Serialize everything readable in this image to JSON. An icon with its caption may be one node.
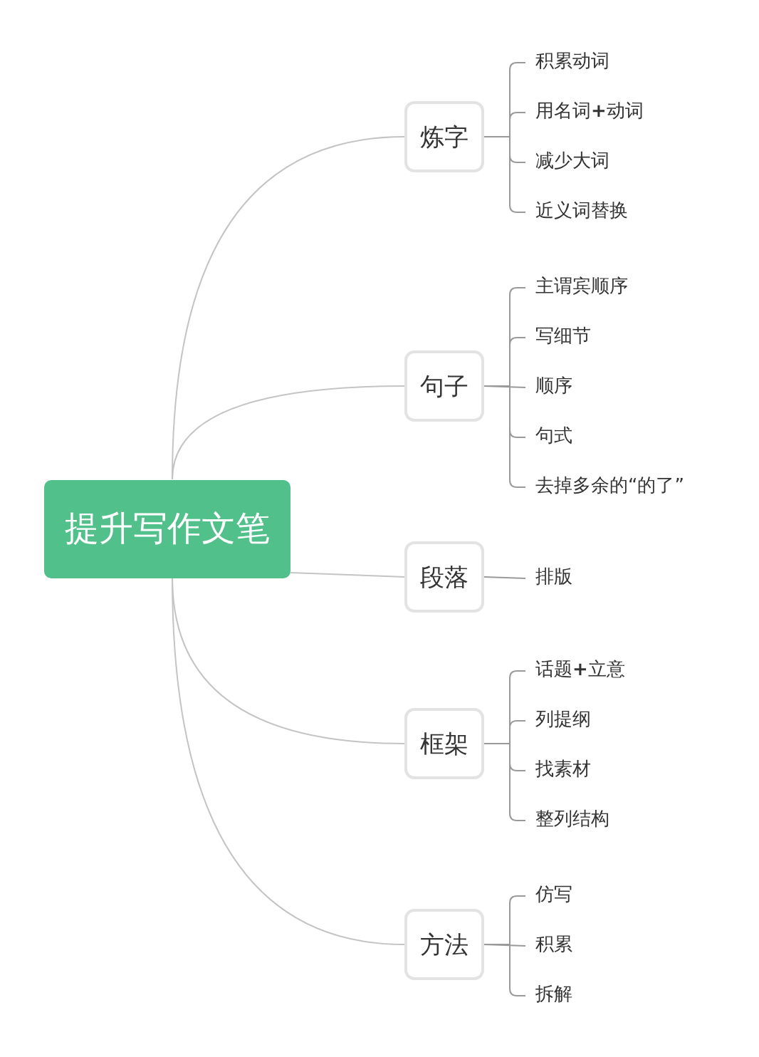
{
  "diagram": {
    "nodes": [
      {
        "text": [
          "提升写作文笔"
        ]
      },
      {
        "text": [
          "炼字"
        ]
      },
      {
        "text": [
          "积累动词"
        ]
      },
      {
        "text": [
          "用名词**+**动词"
        ]
      },
      {
        "text": [
          "减少大词"
        ]
      },
      {
        "text": [
          "近义词替换"
        ]
      },
      {
        "text": [
          "句子"
        ]
      },
      {
        "text": [
          "主谓宾顺序"
        ]
      },
      {
        "text": [
          "写细节"
        ]
      },
      {
        "text": [
          "顺序"
        ]
      },
      {
        "text": [
          "句式"
        ]
      },
      {
        "text": [
          "去掉多余的“的了”"
        ]
      },
      {
        "text": [
          "段落"
        ]
      },
      {
        "text": [
          "排版"
        ]
      },
      {
        "text": [
          "框架"
        ]
      },
      {
        "text": [
          "话题**+**立意"
        ]
      },
      {
        "text": [
          "列提纲"
        ]
      },
      {
        "text": [
          "找素材"
        ]
      },
      {
        "text": [
          "整列结构"
        ]
      },
      {
        "text": [
          "方法"
        ]
      },
      {
        "text": [
          "仿写"
        ]
      },
      {
        "text": [
          "积累"
        ]
      },
      {
        "text": [
          "拆解"
        ]
      }
    ],
    "edges": [
      {
        "from": 0,
        "to": 1,
        "arrow": "none",
        "color": "#c4c4c4"
      },
      {
        "from": 0,
        "to": 6,
        "arrow": "none",
        "color": "#c4c4c4"
      },
      {
        "from": 0,
        "to": 12,
        "arrow": "none",
        "color": "#c4c4c4"
      },
      {
        "from": 0,
        "to": 14,
        "arrow": "none",
        "color": "#c4c4c4"
      },
      {
        "from": 0,
        "to": 19,
        "arrow": "none",
        "color": "#c4c4c4"
      },
      {
        "from": 1,
        "to": 2,
        "arrow": "none"
      },
      {
        "from": 1,
        "to": 3,
        "arrow": "none"
      },
      {
        "from": 1,
        "to": 4,
        "arrow": "none"
      },
      {
        "from": 1,
        "to": 5,
        "arrow": "none"
      },
      {
        "from": 6,
        "to": 7,
        "arrow": "none"
      },
      {
        "from": 6,
        "to": 8,
        "arrow": "none"
      },
      {
        "from": 6,
        "to": 9,
        "arrow": "none"
      },
      {
        "from": 6,
        "to": 10,
        "arrow": "none"
      },
      {
        "from": 6,
        "to": 11,
        "arrow": "none"
      },
      {
        "from": 12,
        "to": 13,
        "arrow": "none"
      },
      {
        "from": 14,
        "to": 15,
        "arrow": "none"
      },
      {
        "from": 14,
        "to": 16,
        "arrow": "none"
      },
      {
        "from": 14,
        "to": 17,
        "arrow": "none"
      },
      {
        "from": 14,
        "to": 18,
        "arrow": "none"
      },
      {
        "from": 19,
        "to": 20,
        "arrow": "none"
      },
      {
        "from": 19,
        "to": 21,
        "arrow": "none"
      },
      {
        "from": 19,
        "to": 22,
        "arrow": "none"
      }
    ]
  }
}
